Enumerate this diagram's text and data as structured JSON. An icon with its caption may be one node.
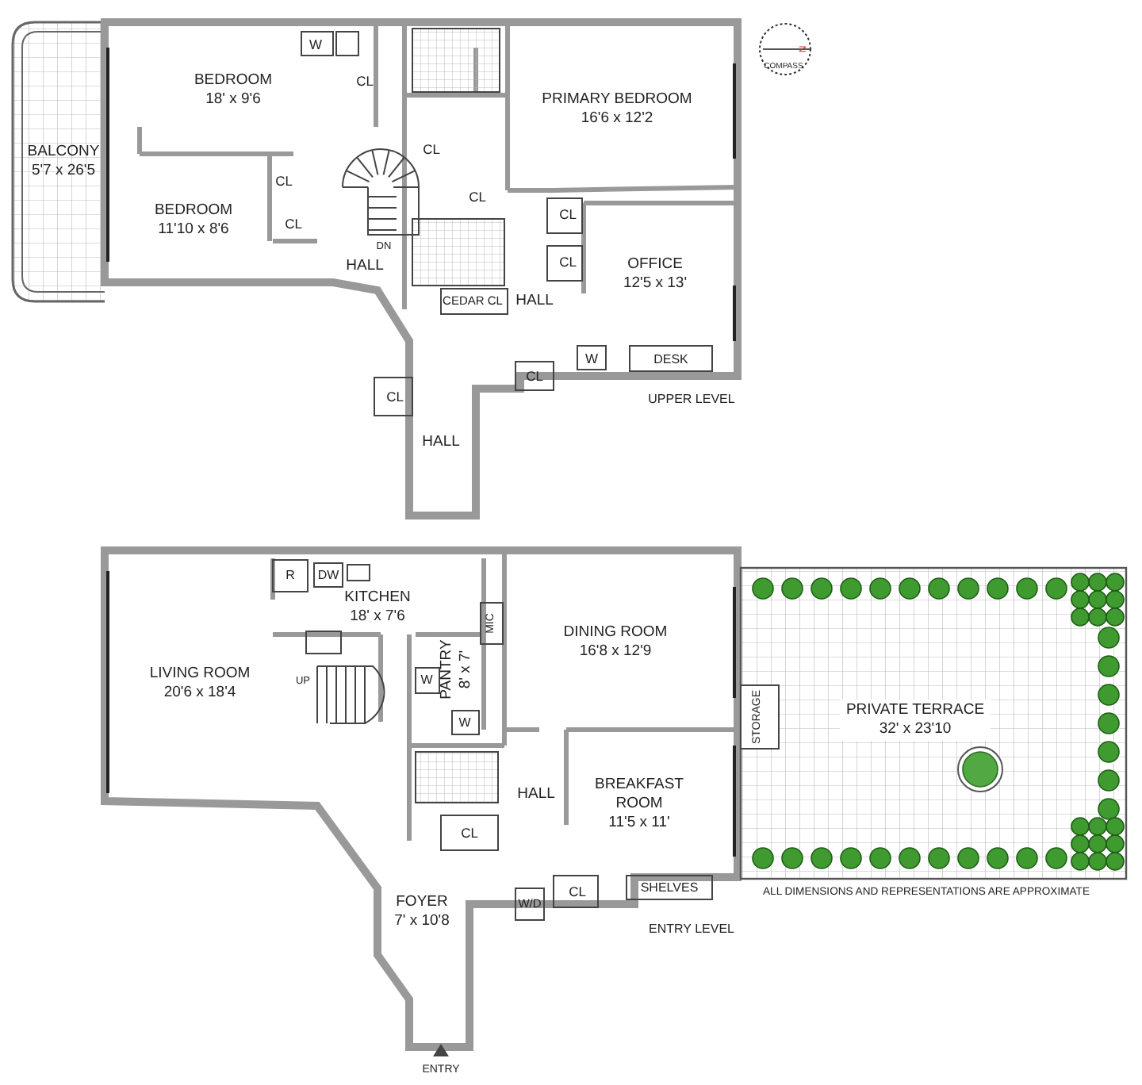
{
  "diagram": {
    "nodes": [
      {
        "text": [
          "BEDROOM",
          "18' x 9'6"
        ]
      },
      {
        "text": [
          "PRIMARY BEDROOM",
          "16'6 x 12'2"
        ]
      },
      {
        "text": [
          "BALCONY",
          "5'7 x 26'5"
        ]
      },
      {
        "text": [
          "BEDROOM",
          "11'10 x 8'6"
        ]
      },
      {
        "text": [
          "HALL"
        ]
      },
      {
        "text": [
          "OFFICE",
          "12'5 x 13'"
        ]
      },
      {
        "text": [
          "HALL"
        ]
      },
      {
        "text": [
          "HALL"
        ]
      },
      {
        "text": [
          "KITCHEN",
          "18' x 7'6"
        ]
      },
      {
        "text": [
          "DINING ROOM",
          "16'8 x 12'9"
        ]
      },
      {
        "text": [
          "LIVING ROOM",
          "20'6 x 18'4"
        ]
      },
      {
        "text": [
          "PANTRY",
          "8' x 7'"
        ]
      },
      {
        "text": [
          "PRIVATE TERRACE",
          "32' x 23'10"
        ]
      },
      {
        "text": [
          "HALL"
        ]
      },
      {
        "text": [
          "BREAKFAST ROOM",
          "11'5 x 11'"
        ]
      },
      {
        "text": [
          "FOYER",
          "7' x 10'8"
        ]
      }
    ],
    "labels": [
      "W",
      "N",
      "COMPASS",
      "CL",
      "CL",
      "CL",
      "CL",
      "CL",
      "CL",
      "DN",
      "CL",
      "CEDAR CL",
      "W",
      "DESK",
      "CL",
      "CL",
      "UPPER LEVEL",
      "R",
      "DW",
      "MIC",
      "UP",
      "W",
      "W",
      "STORAGE",
      "CL",
      "SHELVES",
      "CL",
      "ALL DIMENSIONS AND REPRESENTATIONS ARE APPROXIMATE",
      "W/D",
      "ENTRY LEVEL",
      "ENTRY"
    ]
  }
}
